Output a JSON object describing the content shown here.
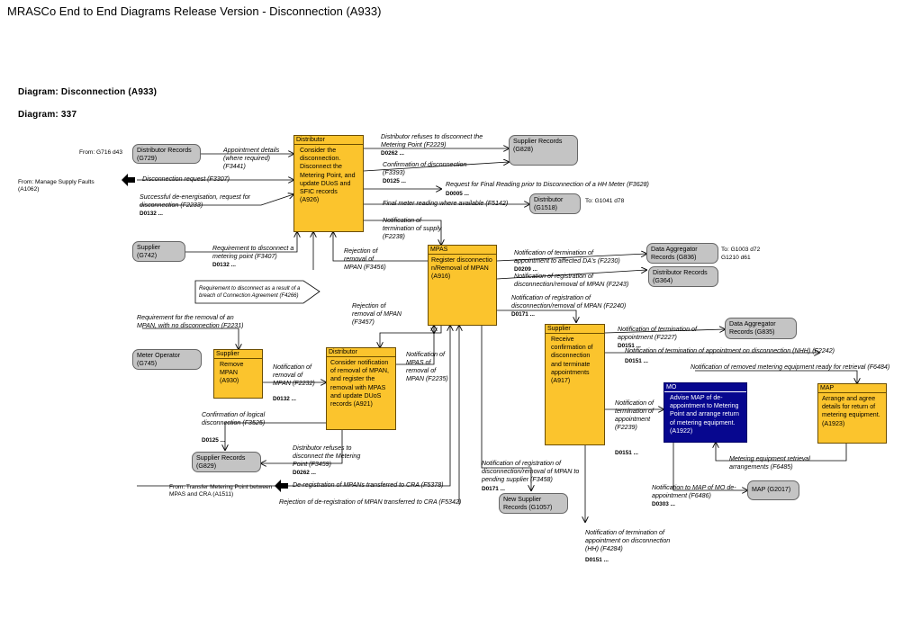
{
  "title": "MRASCo End to End Diagrams Release Version - Disconnection (A933)",
  "diagram_name": "Diagram: Disconnection (A933)",
  "diagram_number": "Diagram: 337",
  "processes": {
    "p_a926": {
      "role": "Distributor",
      "text": "Consider the disconnection. Disconnect the Metering Point, and update DUoS and SFIC records (A926)"
    },
    "p_a916": {
      "role": "MPAS",
      "text": "Register disconnection/Removal of MPAN (A916)"
    },
    "p_a930": {
      "role": "Supplier",
      "text": "Remove MPAN (A930)"
    },
    "p_a921": {
      "role": "Distributor",
      "text": "Consider notification of removal of MPAN, and register the removal with MPAS and update DUoS records (A921)"
    },
    "p_a917": {
      "role": "Supplier",
      "text": "Receive confirmation of disconnection and terminate appointments (A917)"
    },
    "p_a1922": {
      "role": "MO",
      "text": "Advise MAP of de-appointment to Metering Point and arrange return of metering equipment. (A1922)"
    },
    "p_a1923": {
      "role": "MAP",
      "text": "Arrange and agree details for return of metering equipment. (A1923)"
    }
  },
  "stores": {
    "s_g729": "Distributor Records (G729)",
    "s_g828": "Supplier Records (G828)",
    "s_g1518": "Distributor (G1518)",
    "s_g742": "Supplier (G742)",
    "s_g836": "Data Aggregator Records (G836)",
    "s_g364": "Distributor Records (G364)",
    "s_g835": "Data Aggregator Records (G835)",
    "s_g745": "Meter Operator (G745)",
    "s_g829": "Supplier Records (G829)",
    "s_g1057": "New Supplier Records (G1057)",
    "s_g2017": "MAP (G2017)"
  },
  "refs": {
    "from_g716": "From: G716 d43",
    "from_faults": "From: Manage Supply Faults (A1062)",
    "to_g1041": "To: G1041 d78",
    "to_g1003": "To: G1003 d72",
    "to_g1210": "G1210 d61",
    "from_transfer": "From: Transfer Metering Point between MPAS and CRA (A1511)"
  },
  "flows": {
    "f3441": "Appointment details (where required) (F3441)",
    "f3307": "Disconnection request (F3307)",
    "f2233": "Successful de-energisation, request for disconnection (F2233)",
    "d0132a": "D0132 ...",
    "f2229": "Distributor refuses to disconnect the Metering Point (F2229)",
    "d0262a": "D0262 ...",
    "f3393": "Confirmation of disconnection (F3393)",
    "d0125a": "D0125 ...",
    "f3628": "Request for Final Reading prior to Disconnection of a HH Meter (F3628)",
    "d0005": "D0005 ...",
    "f5142": "Final meter reading where available (F5142)",
    "f2238": "Notification of termination of supply (F2238)",
    "f3407": "Requirement to disconnect a metering point (F3407)",
    "d0132b": "D0132 ...",
    "f3456": "Rejection of removal of MPAN (F3456)",
    "f4266": "Requirement to disconnect as a result of a breach of Connection Agreement (F4266)",
    "f2230": "Notification of termination of appointment to affected DA's (F2230)",
    "d0209": "D0209 ...",
    "f2243": "Notification of registration of disconnection/removal of MPAN (F2243)",
    "f2240": "Notification of registration of disconnection/removal of MPAN (F2240)",
    "d0171a": "D0171 ...",
    "f3457": "Rejection of removal of MPAN (F3457)",
    "f2231": "Requirement for the removal of an MPAN, with no disconnection (F2231)",
    "f2232": "Notification of removal of MPAN (F2232)",
    "d0132c": "D0132 ...",
    "f2235": "Notification of MPAS of removal of MPAN (F2235)",
    "f2227": "Notification of termination of appointment (F2227)",
    "d0151a": "D0151 ...",
    "f2242": "Notification of termination of appointment on disconnection (NHH) (F2242)",
    "d0151b": "D0151 ...",
    "f6484": "Notification of removed metering equipment ready for retrieval (F6484)",
    "f3525": "Confirmation of logical disconnection (F3525)",
    "d0125b": "D0125 ...",
    "f3459": "Distributor refuses to disconnect the Metering Point (F3459)",
    "d0262b": "D0262 ...",
    "f5378": "De-registration of MPANs transferred to CRA (F5378)",
    "f5342": "Rejection of de-registration of MPAN transferred to CRA (F5342)",
    "f3458": "Notification of registration of disconnection/removal of MPAN to pending supplier (F3458)",
    "d0171b": "D0171 ...",
    "f2239": "Notification of termination of appointment (F2239)",
    "d0151c": "D0151 ...",
    "f6485": "Metering equipment retrieval arrangements (F6485)",
    "f6486": "Notification to MAP of MO de-appointment (F6486)",
    "d0303": "D0303 ...",
    "f4284": "Notification of termination of appointment on disconnection (HH) (F4284)",
    "d0151d": "D0151 ..."
  },
  "colors": {
    "process_fill": "#fbc42d",
    "mo_fill": "#07078f",
    "store_fill": "#c4c4c4"
  }
}
